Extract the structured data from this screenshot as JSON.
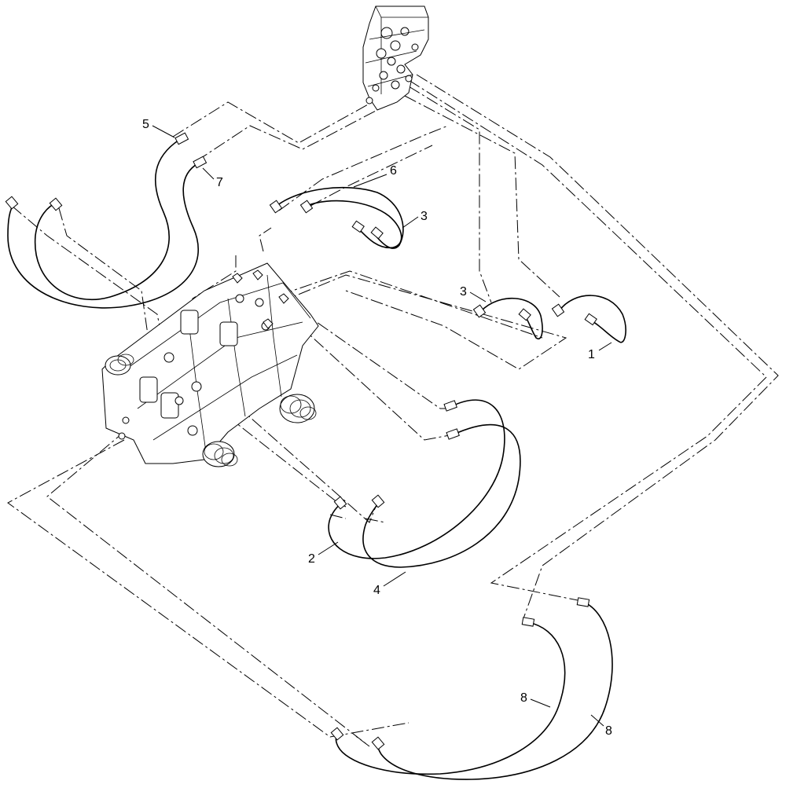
{
  "callouts": [
    {
      "id": "c1",
      "label": "1"
    },
    {
      "id": "c2",
      "label": "2"
    },
    {
      "id": "c3a",
      "label": "3"
    },
    {
      "id": "c3b",
      "label": "3"
    },
    {
      "id": "c4",
      "label": "4"
    },
    {
      "id": "c5",
      "label": "5"
    },
    {
      "id": "c6",
      "label": "6"
    },
    {
      "id": "c7",
      "label": "7"
    },
    {
      "id": "c8a",
      "label": "8"
    },
    {
      "id": "c8b",
      "label": "8"
    }
  ]
}
